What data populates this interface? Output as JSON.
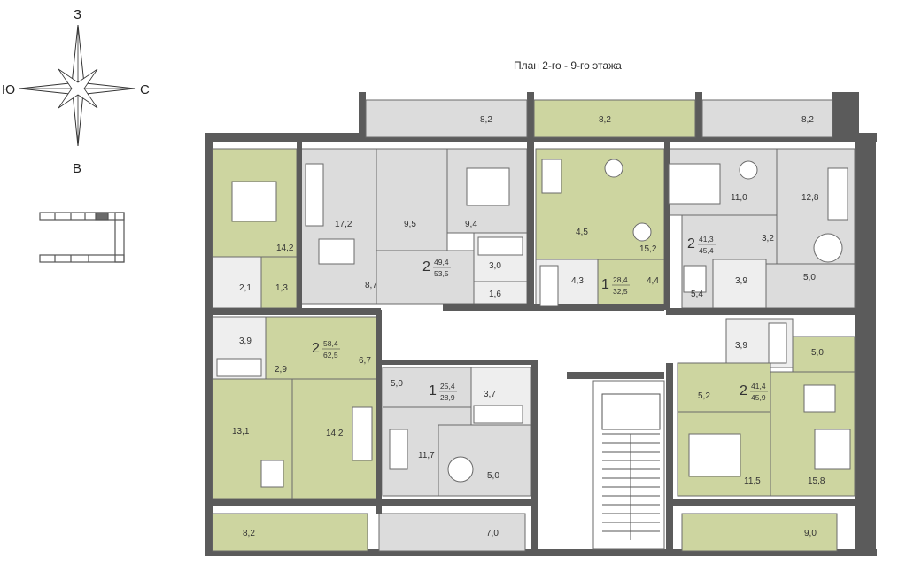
{
  "title": "План 2-го - 9-го этажа",
  "compass": {
    "north": "З",
    "south": "В",
    "west": "Ю",
    "east": "С"
  },
  "colors": {
    "wall": "#5b5b5b",
    "green": "#cdd5a0",
    "gray": "#dcdcdc",
    "light": "#eeeeee",
    "line": "#6a6a6a"
  },
  "apartments": [
    {
      "id": "a1",
      "rooms": "2",
      "living": "58,4",
      "total": "62,5"
    },
    {
      "id": "a2",
      "rooms": "2",
      "living": "49,4",
      "total": "53,5"
    },
    {
      "id": "a3",
      "rooms": "1",
      "living": "28,4",
      "total": "32,5"
    },
    {
      "id": "a4",
      "rooms": "2",
      "living": "41,3",
      "total": "45,4"
    },
    {
      "id": "a5",
      "rooms": "1",
      "living": "25,4",
      "total": "28,9"
    },
    {
      "id": "a6",
      "rooms": "2",
      "living": "41,4",
      "total": "45,9"
    }
  ],
  "room_areas": [
    "14,2",
    "1,3",
    "2,1",
    "17,2",
    "9,5",
    "9,4",
    "8,7",
    "3,0",
    "1,6",
    "4,5",
    "15,2",
    "4,3",
    "4,4",
    "11,0",
    "12,8",
    "3,2",
    "3,9",
    "5,4",
    "5,0",
    "3,9",
    "2,9",
    "6,7",
    "13,1",
    "14,2",
    "5,0",
    "3,7",
    "11,7",
    "5,0",
    "3,9",
    "5,0",
    "5,2",
    "11,5",
    "15,8"
  ],
  "balcony_areas": [
    "8,2",
    "8,2",
    "8,2",
    "8,2",
    "7,0",
    "9,0"
  ]
}
